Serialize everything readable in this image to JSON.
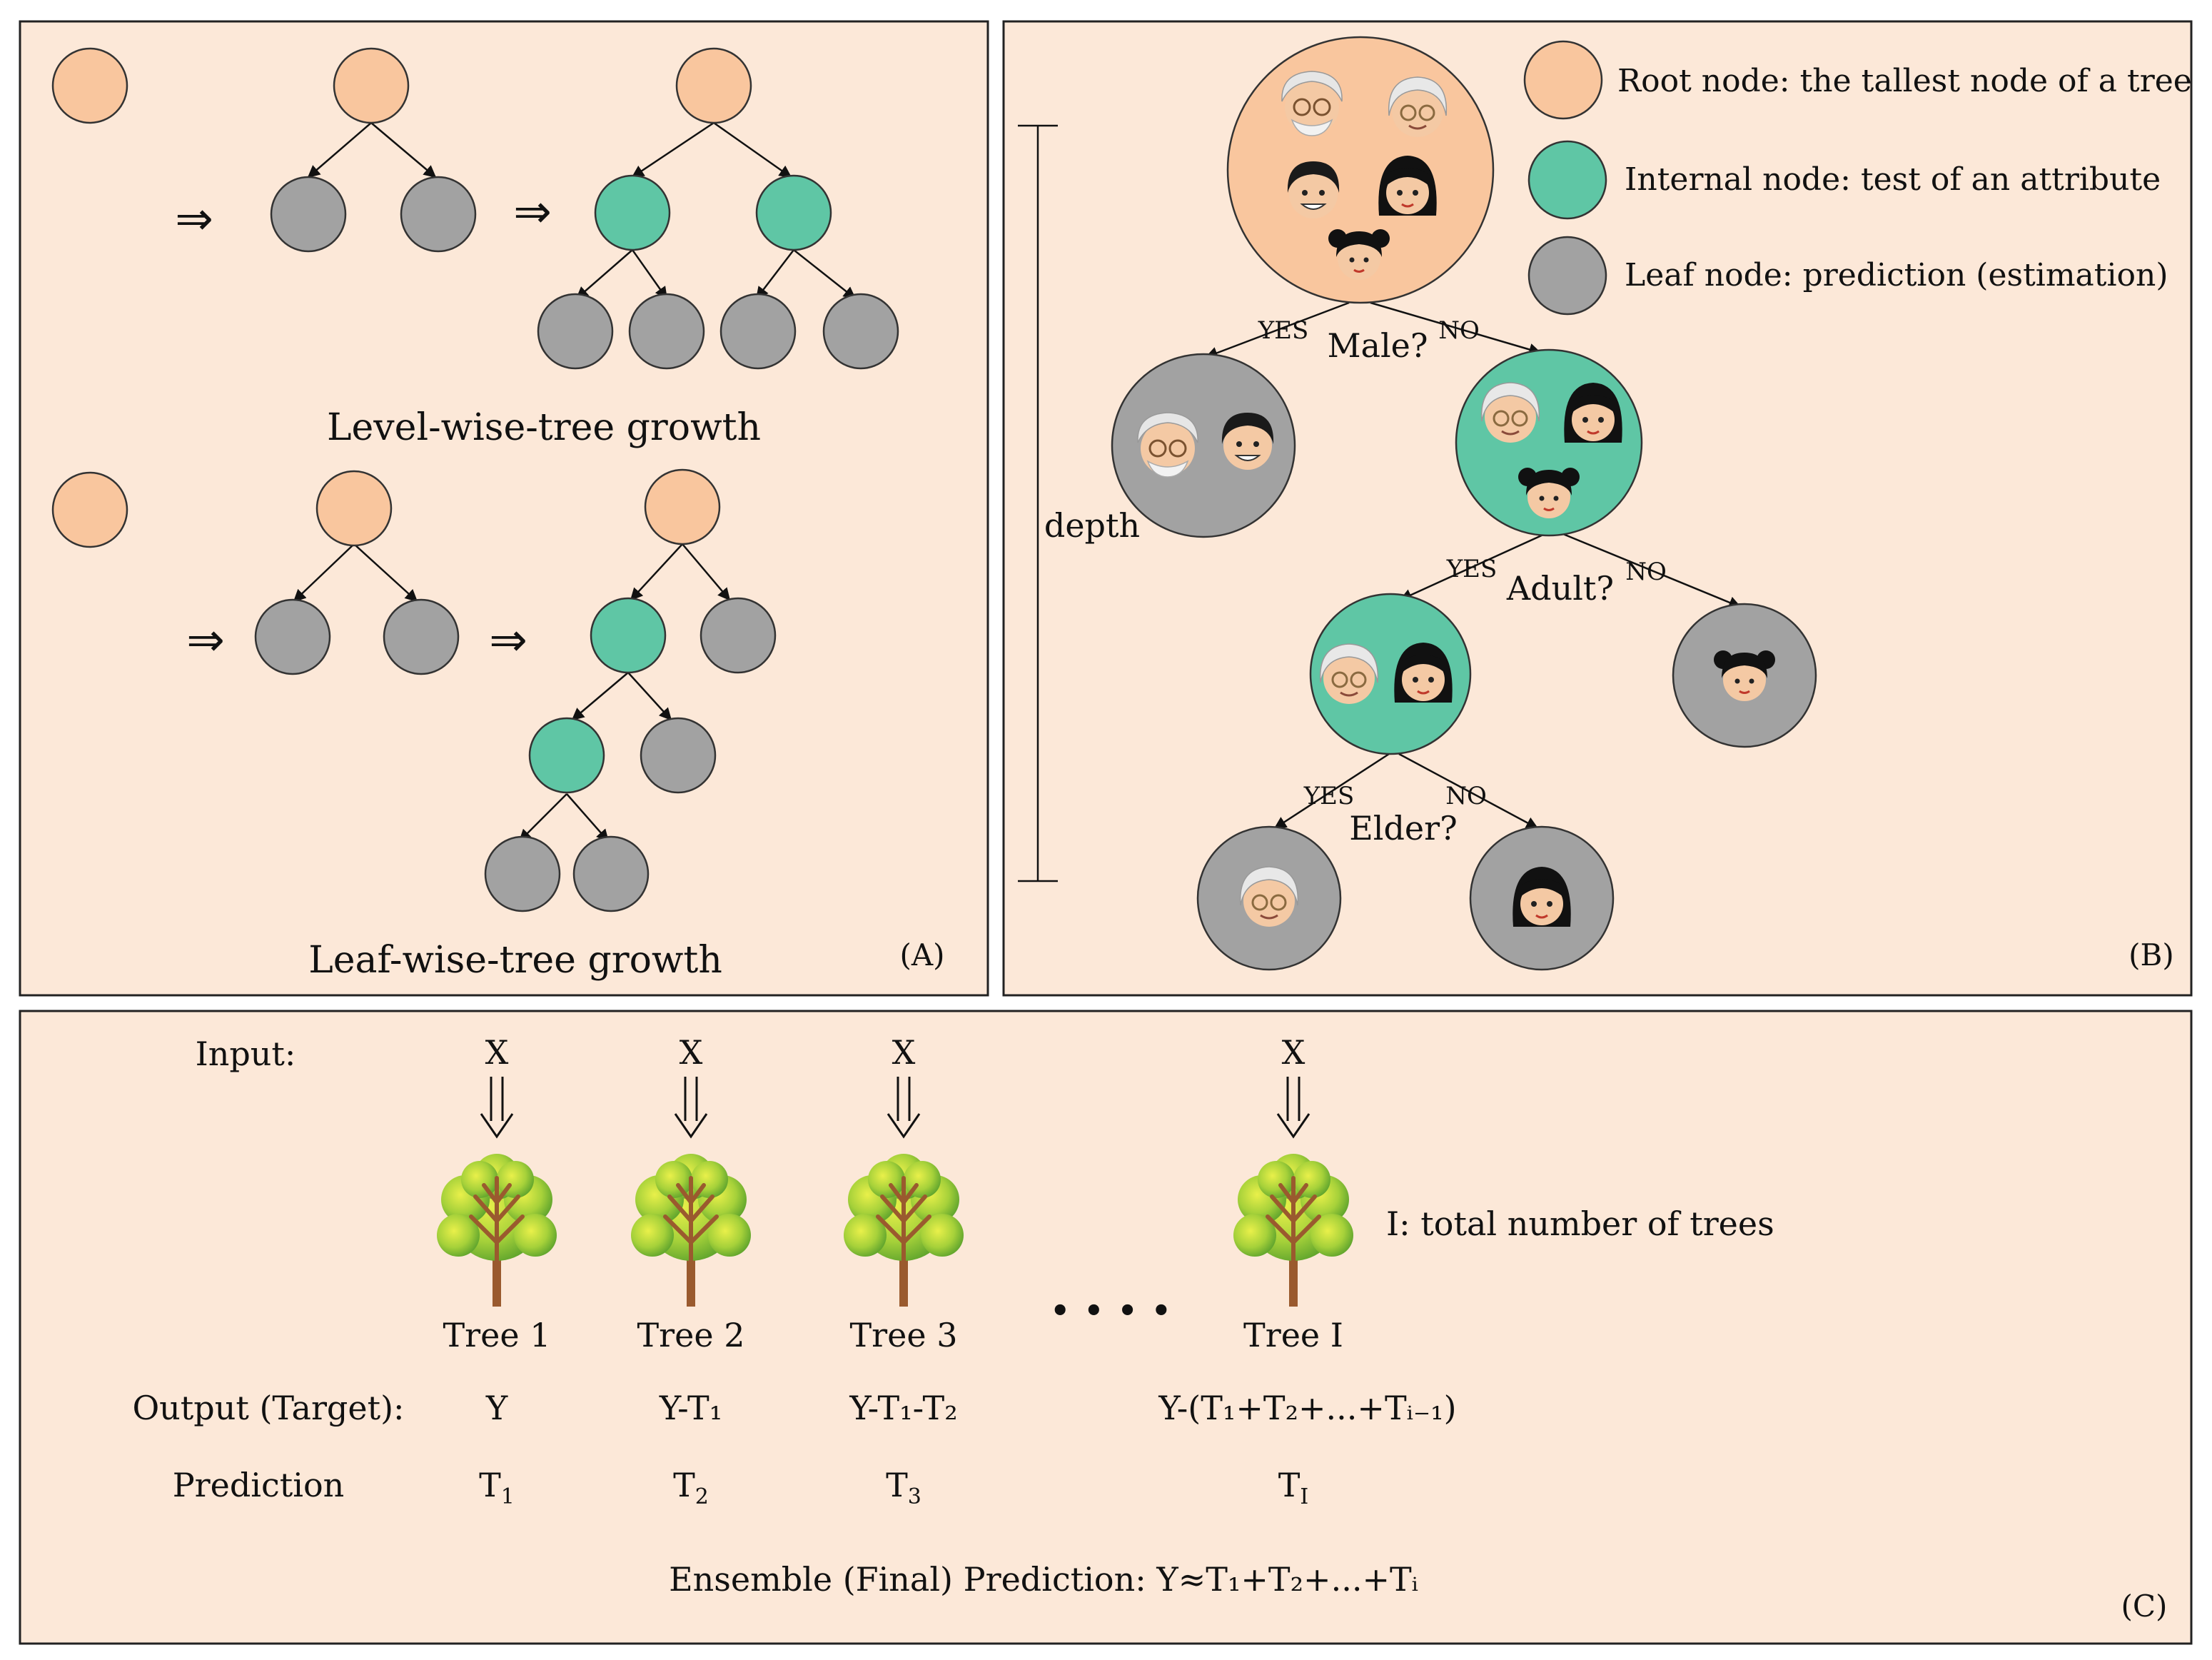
{
  "panel_a": {
    "level_wise_caption": "Level-wise-tree growth",
    "leaf_wise_caption": "Leaf-wise-tree growth",
    "panel_label": "(A)",
    "arrow_glyph": "⇒"
  },
  "panel_b": {
    "legend": {
      "root": "Root node: the tallest node of a tree",
      "internal": "Internal node: test of an attribute",
      "leaf": "Leaf node: prediction (estimation)"
    },
    "depth_label": "depth",
    "questions": {
      "q1": "Male?",
      "q2": "Adult?",
      "q3": "Elder?"
    },
    "yes": "YES",
    "no": "NO",
    "panel_label": "(B)"
  },
  "panel_c": {
    "input_label": "Input:",
    "input_symbol": "X",
    "output_label": "Output (Target):",
    "prediction_label": "Prediction",
    "ellipsis": "• • • •",
    "total_trees_note": "I: total number of trees",
    "trees": [
      {
        "name": "Tree 1",
        "target": "Y",
        "pred_base": "T",
        "pred_sub": "1"
      },
      {
        "name": "Tree 2",
        "target": "Y-T₁",
        "pred_base": "T",
        "pred_sub": "2"
      },
      {
        "name": "Tree 3",
        "target": "Y-T₁-T₂",
        "pred_base": "T",
        "pred_sub": "3"
      },
      {
        "name": "Tree I",
        "target": "Y-(T₁+T₂+...+Tᵢ₋₁)",
        "pred_base": "T",
        "pred_sub": "I"
      }
    ],
    "ensemble": "Ensemble (Final) Prediction: Y≈T₁+T₂+...+Tᵢ",
    "panel_label": "(C)"
  },
  "colors": {
    "panel_bg": "#fce8d8",
    "root": "#f9c69e",
    "internal": "#5fc6a5",
    "leaf": "#a2a2a2",
    "trunk": "#9a5a2e",
    "foliage": "#9cc93a"
  }
}
